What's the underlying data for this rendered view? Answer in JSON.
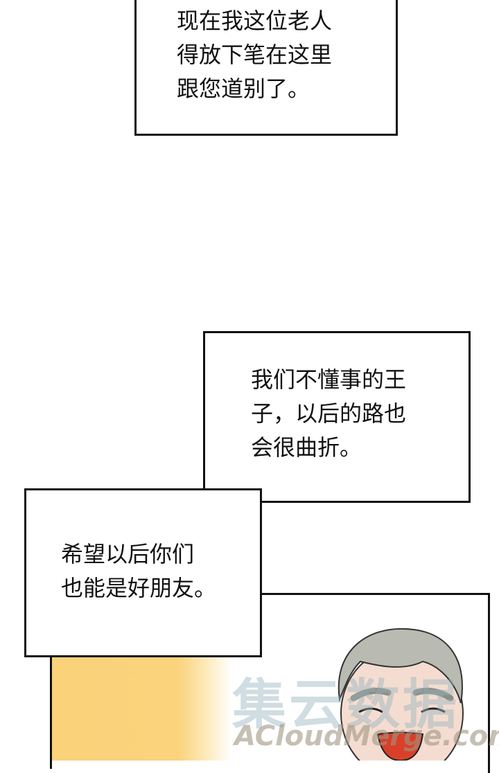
{
  "bubbles": [
    {
      "lines": [
        "现在我这位老人",
        "得放下笔在这里",
        "跟您道别了。"
      ]
    },
    {
      "lines": [
        "我们不懂事的王",
        "子，以后的路也",
        "会很曲折。"
      ]
    },
    {
      "lines": [
        "希望以后你们",
        "也能是好朋友。"
      ]
    }
  ],
  "watermark": {
    "cn": "集云数据",
    "en": "ACloudMerge.com"
  },
  "colors": {
    "glow": "#f9d27a",
    "hair": "#b9bab2",
    "skin": "#f4ddd0",
    "mouth": "#d8402a"
  }
}
